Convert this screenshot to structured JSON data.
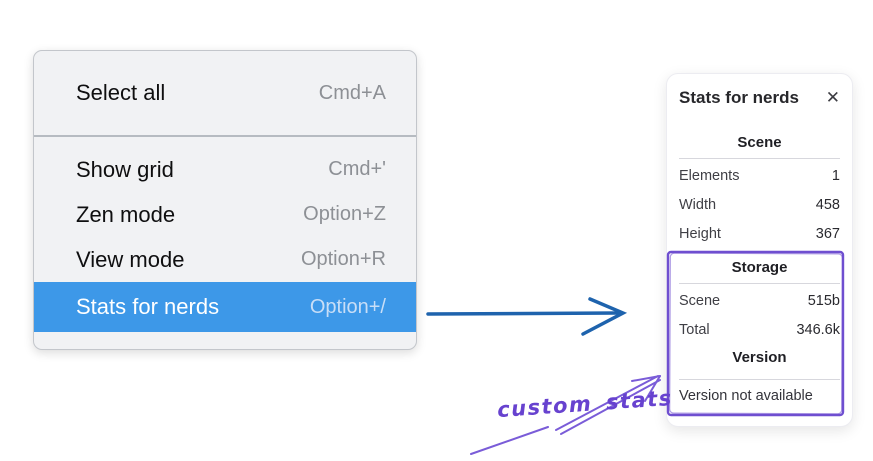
{
  "context_menu": {
    "items": [
      {
        "label": "Select all",
        "shortcut": "Cmd+A",
        "highlighted": false
      },
      {
        "label": "Show grid",
        "shortcut": "Cmd+'",
        "highlighted": false
      },
      {
        "label": "Zen mode",
        "shortcut": "Option+Z",
        "highlighted": false
      },
      {
        "label": "View mode",
        "shortcut": "Option+R",
        "highlighted": false
      },
      {
        "label": "Stats for nerds",
        "shortcut": "Option+/",
        "highlighted": true
      }
    ],
    "highlight_color": "#3d98e8"
  },
  "stats_panel": {
    "title": "Stats for nerds",
    "close_icon": "✕",
    "sections": [
      {
        "heading": "Scene",
        "rows": [
          {
            "label": "Elements",
            "value": "1"
          },
          {
            "label": "Width",
            "value": "458"
          },
          {
            "label": "Height",
            "value": "367"
          }
        ]
      },
      {
        "heading": "Storage",
        "rows": [
          {
            "label": "Scene",
            "value": "515b"
          },
          {
            "label": "Total",
            "value": "346.6k"
          }
        ]
      },
      {
        "heading": "Version",
        "note": "Version not available"
      }
    ]
  },
  "annotations": {
    "custom_stats_label": "custom stats",
    "arrow_blue": "#1e63ad",
    "annotation_purple": "#7a5cd8",
    "rect_purple": "#6f4fd0"
  }
}
